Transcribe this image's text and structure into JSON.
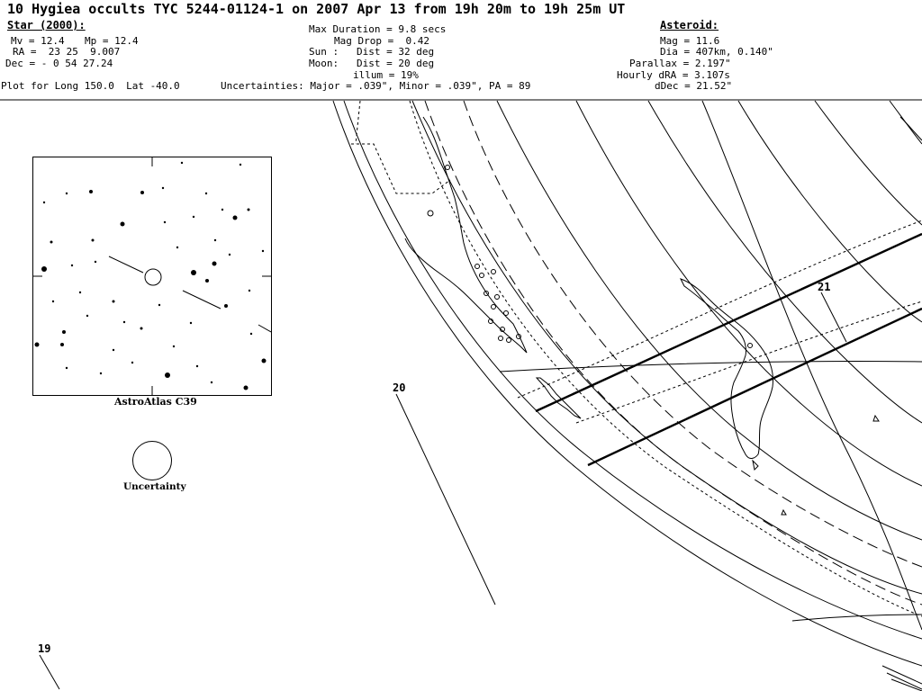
{
  "header": {
    "title": "10 Hygiea occults TYC 5244-01124-1 on 2007 Apr 13 from 19h 20m to 19h 25m UT"
  },
  "star": {
    "heading": "Star (2000):",
    "mv": "Mv = 12.4",
    "mp": "Mp = 12.4",
    "ra": "RA =  23 25  9.007",
    "dec": "Dec = - 0 54 27.24"
  },
  "event": {
    "max_duration": "Max Duration = 9.8 secs",
    "mag_drop": "Mag Drop =  0.42",
    "sun": "Sun :   Dist = 32 deg",
    "moon": "Moon:   Dist = 20 deg",
    "illum": "illum = 19%"
  },
  "asteroid": {
    "heading": "Asteroid:",
    "mag": "Mag = 11.6",
    "dia": "Dia = 407km, 0.140\"",
    "parallax": "Parallax = 2.197\"",
    "hourly_dra": "Hourly dRA = 3.107s",
    "ddec": "dDec = 21.52\""
  },
  "footer": {
    "plot_for": "Plot for Long 150.0  Lat -40.0",
    "uncertainties": "Uncertainties: Major = .039\", Minor = .039\", PA = 89"
  },
  "labels": {
    "astroatlas": "AstroAtlas C39",
    "uncertainty": "Uncertainty"
  },
  "time_markers": [
    {
      "id": "t19",
      "label": "19"
    },
    {
      "id": "t20",
      "label": "20"
    },
    {
      "id": "t21",
      "label": "21"
    }
  ]
}
